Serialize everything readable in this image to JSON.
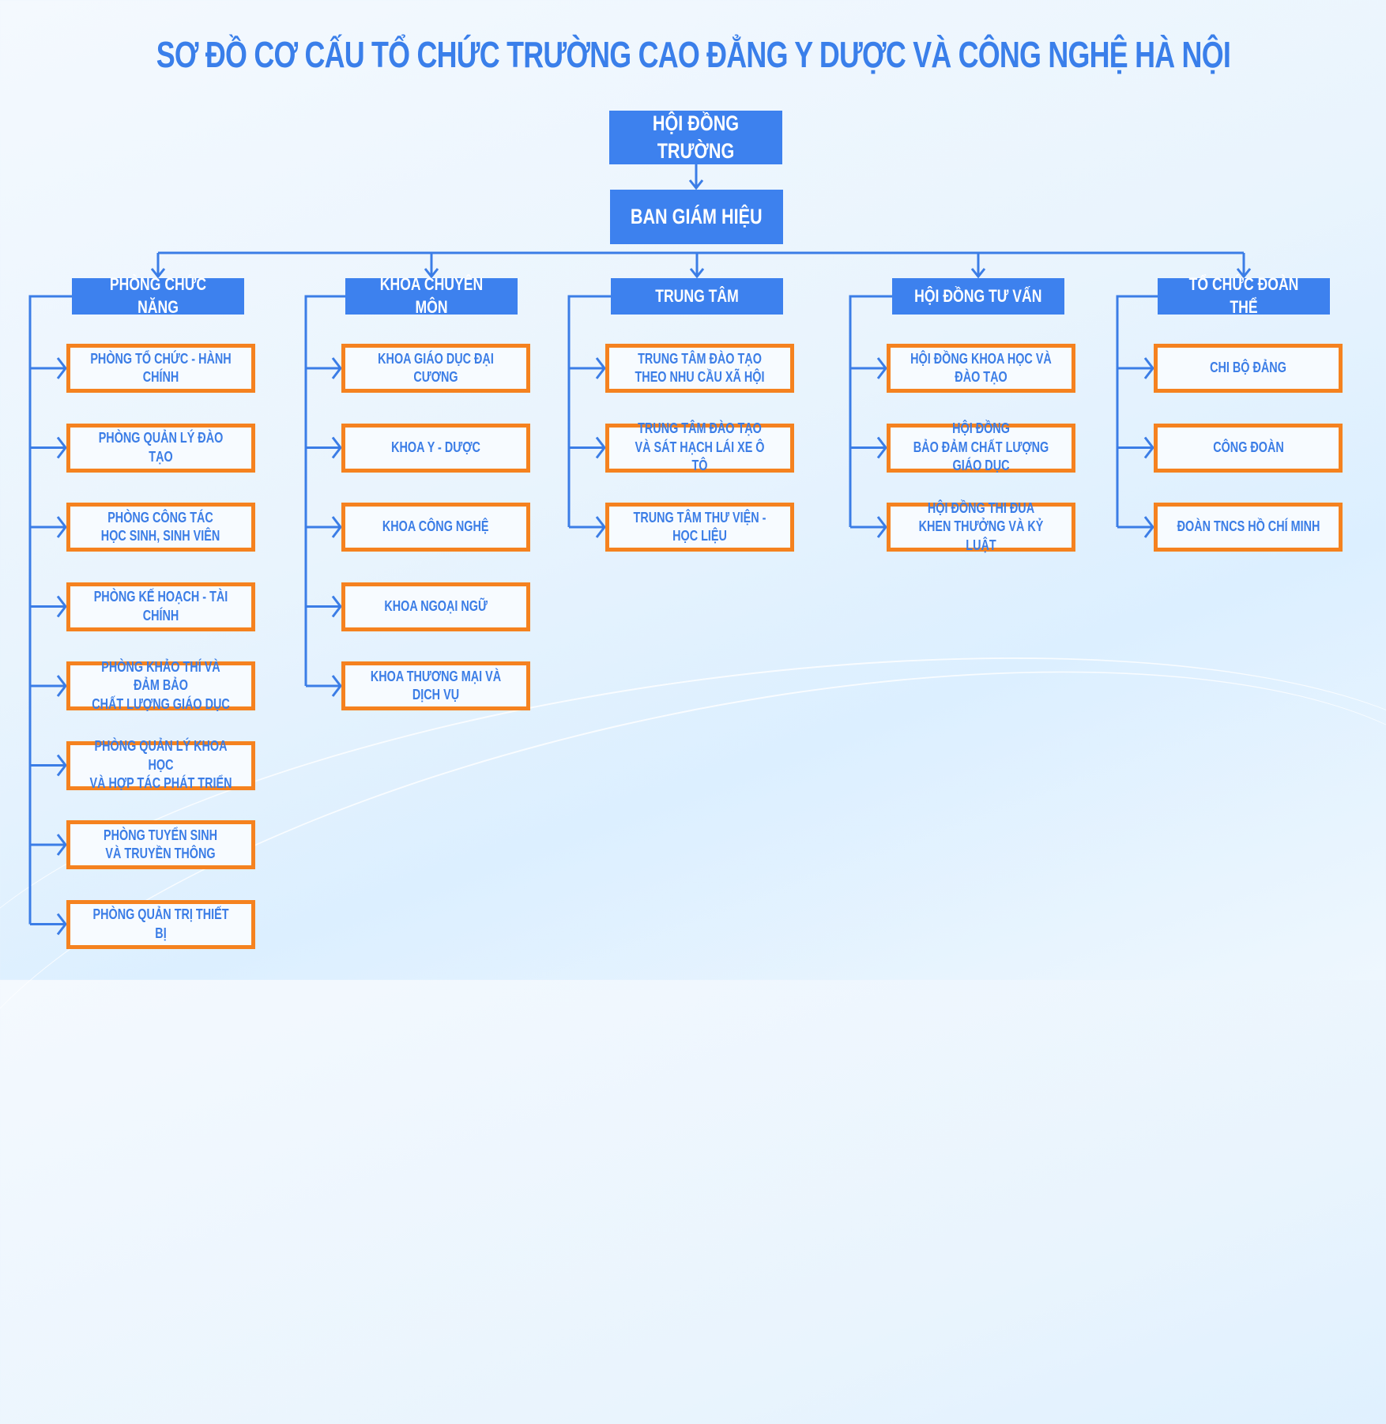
{
  "title": "SƠ ĐỒ CƠ CẤU TỔ CHỨC TRƯỜNG CAO ĐẲNG Y DƯỢC VÀ CÔNG NGHỆ HÀ NỘI",
  "top": {
    "council": "HỘI ĐỒNG TRƯỜNG",
    "board": "BAN GIÁM HIỆU"
  },
  "colors": {
    "blue": "#3d81ee",
    "orange": "#f5821f",
    "line": "#3b7de6"
  },
  "columns": [
    {
      "header": "PHÒNG CHỨC NĂNG",
      "items": [
        "PHÒNG TỔ CHỨC - HÀNH CHÍNH",
        "PHÒNG QUẢN LÝ ĐÀO TẠO",
        "PHÒNG CÔNG TÁC\nHỌC SINH, SINH VIÊN",
        "PHÒNG KẾ HOẠCH - TÀI CHÍNH",
        "PHÒNG KHẢO THÍ VÀ ĐẢM BẢO\nCHẤT LƯỢNG GIÁO DỤC",
        "PHÒNG QUẢN LÝ KHOA HỌC\nVÀ HỢP TÁC PHÁT TRIỂN",
        "PHÒNG TUYỂN SINH\nVÀ TRUYỀN THÔNG",
        "PHÒNG QUẢN TRỊ THIẾT BỊ"
      ]
    },
    {
      "header": "KHOA CHUYÊN MÔN",
      "items": [
        "KHOA GIÁO DỤC ĐẠI CƯƠNG",
        "KHOA Y - DƯỢC",
        "KHOA CÔNG NGHỆ",
        "KHOA NGOẠI NGỮ",
        "KHOA THƯƠNG MẠI VÀ DỊCH VỤ"
      ]
    },
    {
      "header": "TRUNG TÂM",
      "items": [
        "TRUNG TÂM ĐÀO TẠO\nTHEO NHU CẦU XÃ HỘI",
        "TRUNG TÂM ĐÀO TẠO\nVÀ SÁT HẠCH LÁI XE Ô TÔ",
        "TRUNG TÂM THƯ VIỆN - HỌC LIỆU"
      ]
    },
    {
      "header": "HỘI ĐỒNG TƯ VẤN",
      "items": [
        "HỘI ĐỒNG KHOA HỌC VÀ ĐÀO TẠO",
        "HỘI ĐỒNG\nBẢO ĐẢM CHẤT LƯỢNG GIÁO DỤC",
        "HỘI ĐỒNG THI ĐUA\nKHEN THƯỞNG VÀ KỶ LUẬT"
      ]
    },
    {
      "header": "TỔ CHỨC ĐOÀN THỂ",
      "items": [
        "CHI BỘ ĐẢNG",
        "CÔNG ĐOÀN",
        "ĐOÀN TNCS HỒ CHÍ MINH"
      ]
    }
  ]
}
